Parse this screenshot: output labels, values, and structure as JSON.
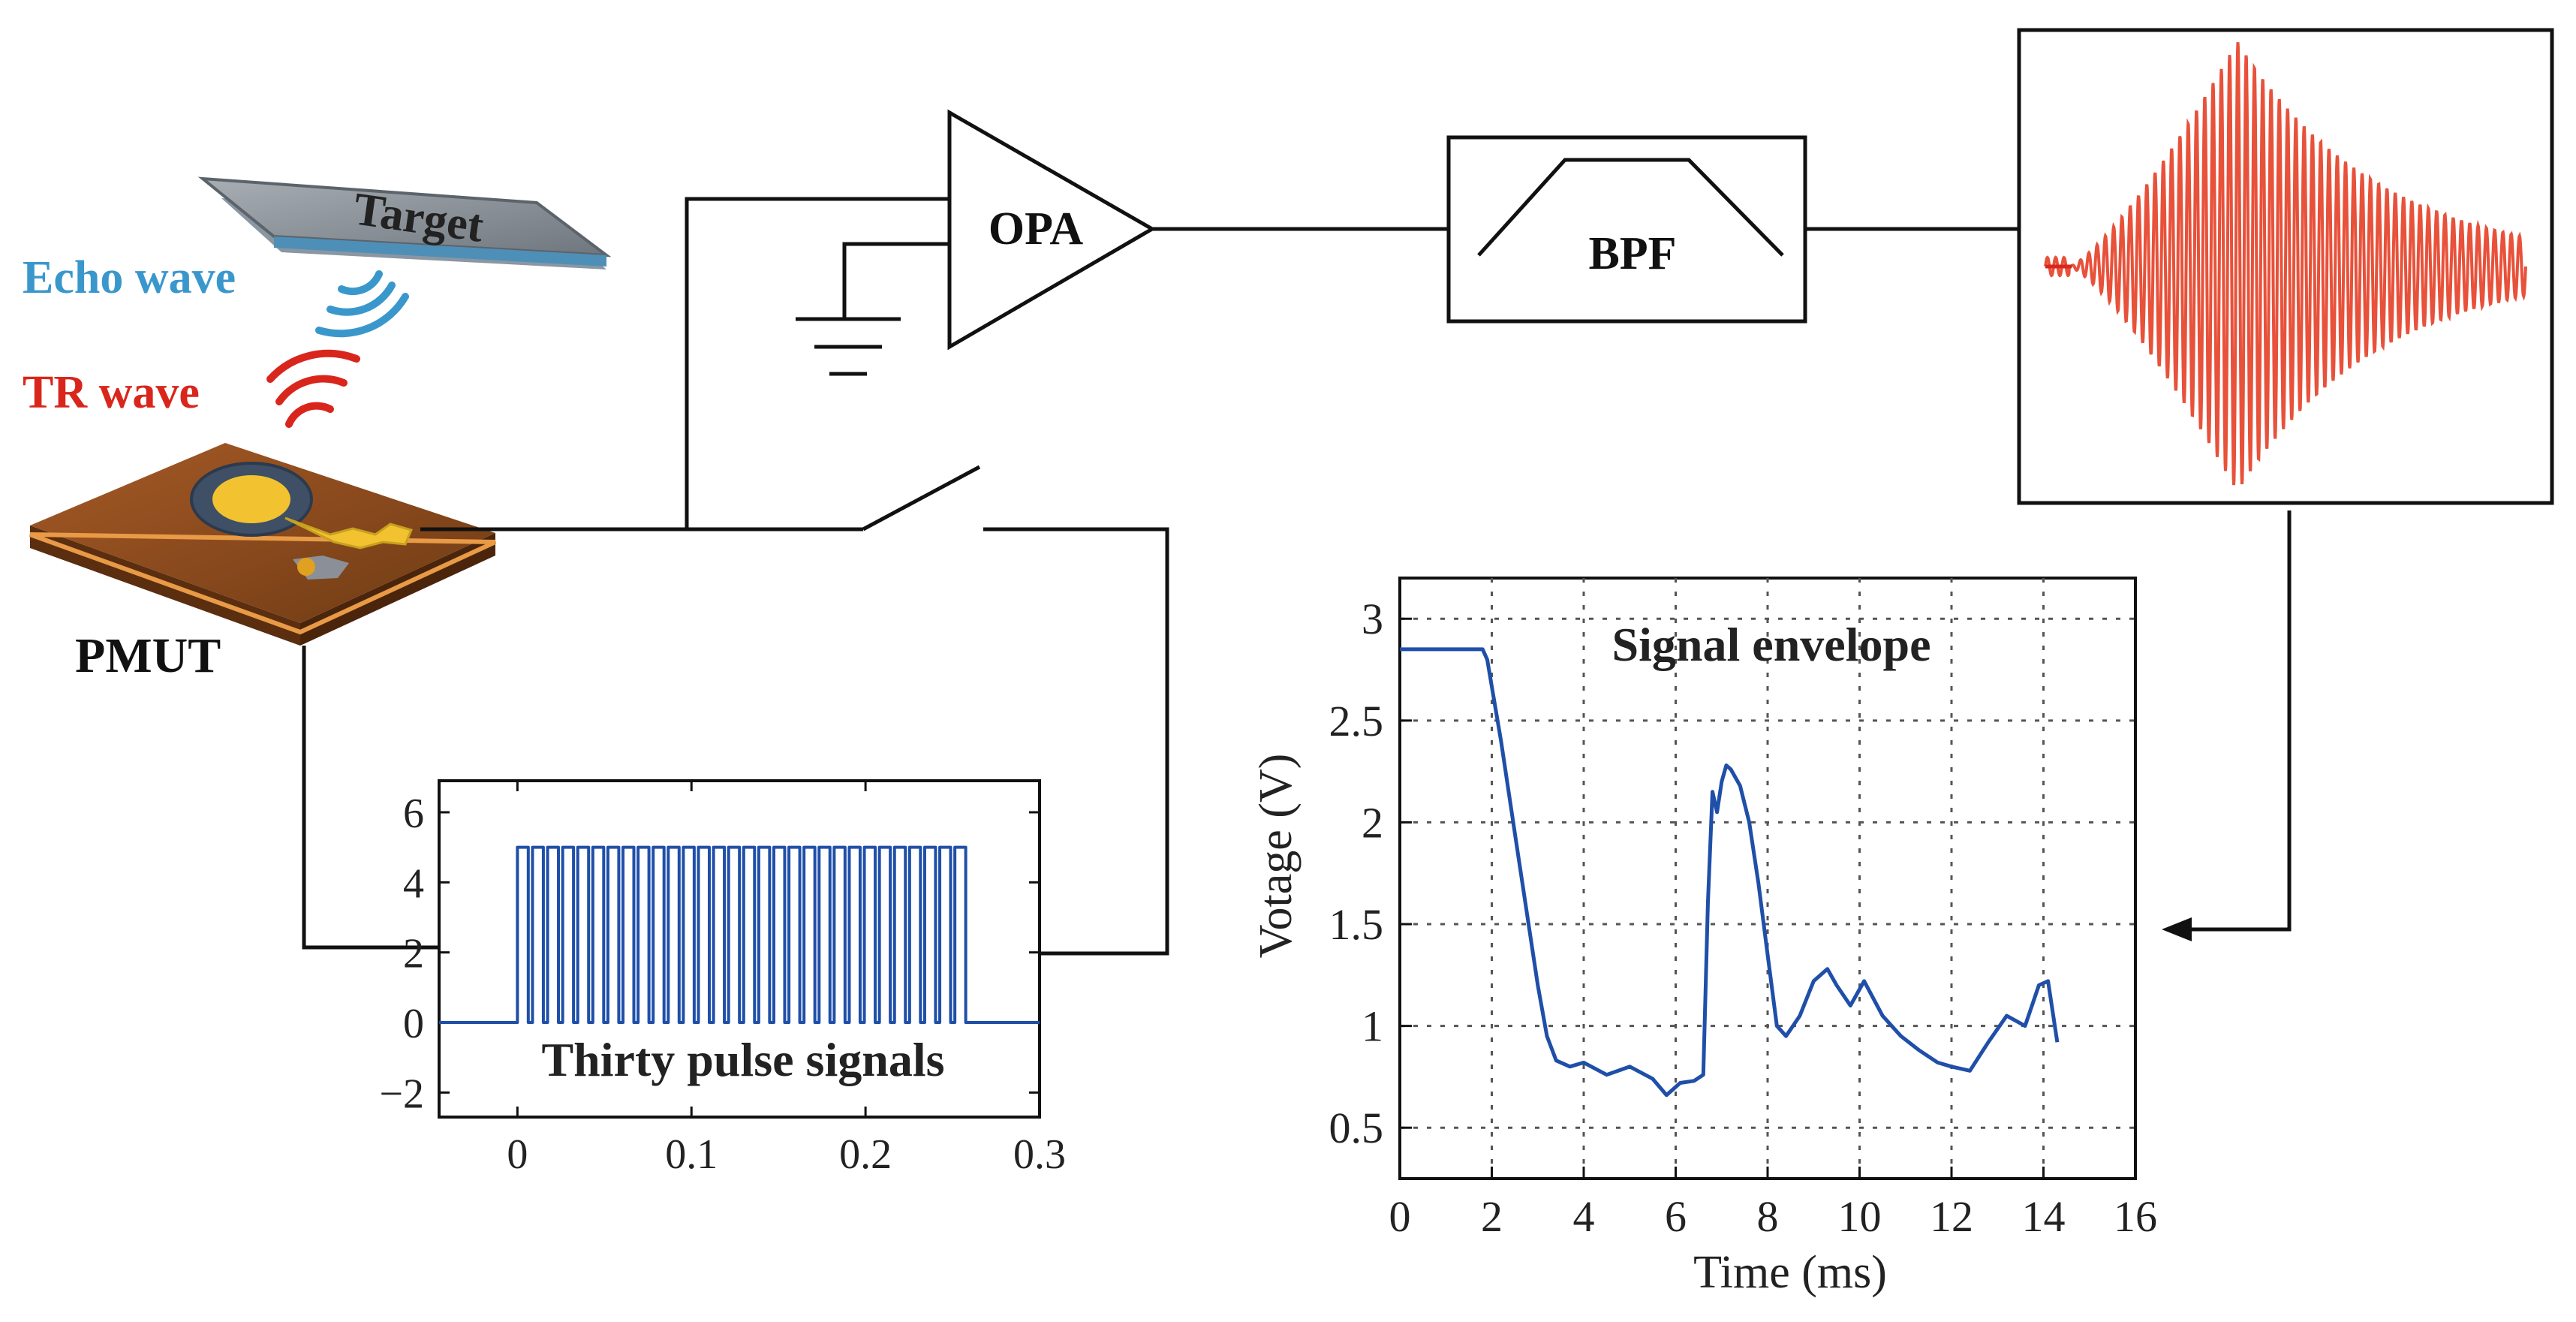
{
  "labels": {
    "target": "Target",
    "echo_wave": "Echo wave",
    "tr_wave": "TR wave",
    "pmut": "PMUT",
    "opa": "OPA",
    "bpf": "BPF"
  },
  "colors": {
    "echo": "#3a97cc",
    "tr": "#d9261c",
    "wire": "#111111",
    "plot_blue": "#1f4fa8",
    "burst": "#e8513a",
    "pmut_body": "#8b4a1e",
    "pmut_electrode": "#f2c230"
  },
  "chart_data": [
    {
      "type": "line",
      "annotation": "Thirty pulse signals",
      "xlabel": "",
      "ylabel": "",
      "xlim": [
        -0.045,
        0.3
      ],
      "ylim": [
        -2.7,
        6.9
      ],
      "xticks": [
        "0",
        "0.1",
        "0.2",
        "0.3"
      ],
      "xtick_values": [
        0,
        0.1,
        0.2,
        0.3
      ],
      "yticks": [
        "−2",
        "0",
        "2",
        "4",
        "6"
      ],
      "ytick_values": [
        -2,
        0,
        2,
        4,
        6
      ],
      "pulse_count": 30,
      "pulse_start": 0.0,
      "pulse_end": 0.26,
      "pulse_high": 5,
      "pulse_low": 0,
      "grid": false
    },
    {
      "type": "line",
      "annotation": "Signal envelope",
      "xlabel": "Time (ms)",
      "ylabel": "Votage (V)",
      "xlim": [
        0,
        16
      ],
      "ylim": [
        0.25,
        3.2
      ],
      "xticks": [
        "0",
        "2",
        "4",
        "6",
        "8",
        "10",
        "12",
        "14",
        "16"
      ],
      "xtick_values": [
        0,
        2,
        4,
        6,
        8,
        10,
        12,
        14,
        16
      ],
      "yticks": [
        "0.5",
        "1",
        "1.5",
        "2",
        "2.5",
        "3"
      ],
      "ytick_values": [
        0.5,
        1,
        1.5,
        2,
        2.5,
        3
      ],
      "grid": true,
      "x": [
        0,
        1.8,
        1.9,
        2.2,
        2.5,
        2.8,
        3.0,
        3.2,
        3.4,
        3.7,
        4.0,
        4.5,
        5.0,
        5.5,
        5.8,
        6.1,
        6.4,
        6.6,
        6.7,
        6.8,
        6.9,
        7.0,
        7.1,
        7.2,
        7.4,
        7.6,
        7.8,
        8.0,
        8.2,
        8.4,
        8.7,
        9.0,
        9.3,
        9.5,
        9.8,
        10.1,
        10.5,
        10.9,
        11.3,
        11.7,
        12.0,
        12.4,
        12.8,
        13.2,
        13.6,
        13.9,
        14.1,
        14.3
      ],
      "y": [
        2.85,
        2.85,
        2.8,
        2.4,
        1.95,
        1.5,
        1.2,
        0.95,
        0.83,
        0.8,
        0.82,
        0.76,
        0.8,
        0.74,
        0.66,
        0.72,
        0.73,
        0.76,
        1.6,
        2.15,
        2.05,
        2.2,
        2.28,
        2.26,
        2.18,
        2.0,
        1.7,
        1.35,
        1.0,
        0.95,
        1.05,
        1.22,
        1.28,
        1.2,
        1.1,
        1.22,
        1.05,
        0.95,
        0.88,
        0.82,
        0.8,
        0.78,
        0.92,
        1.05,
        1.0,
        1.2,
        1.22,
        0.92
      ]
    }
  ]
}
